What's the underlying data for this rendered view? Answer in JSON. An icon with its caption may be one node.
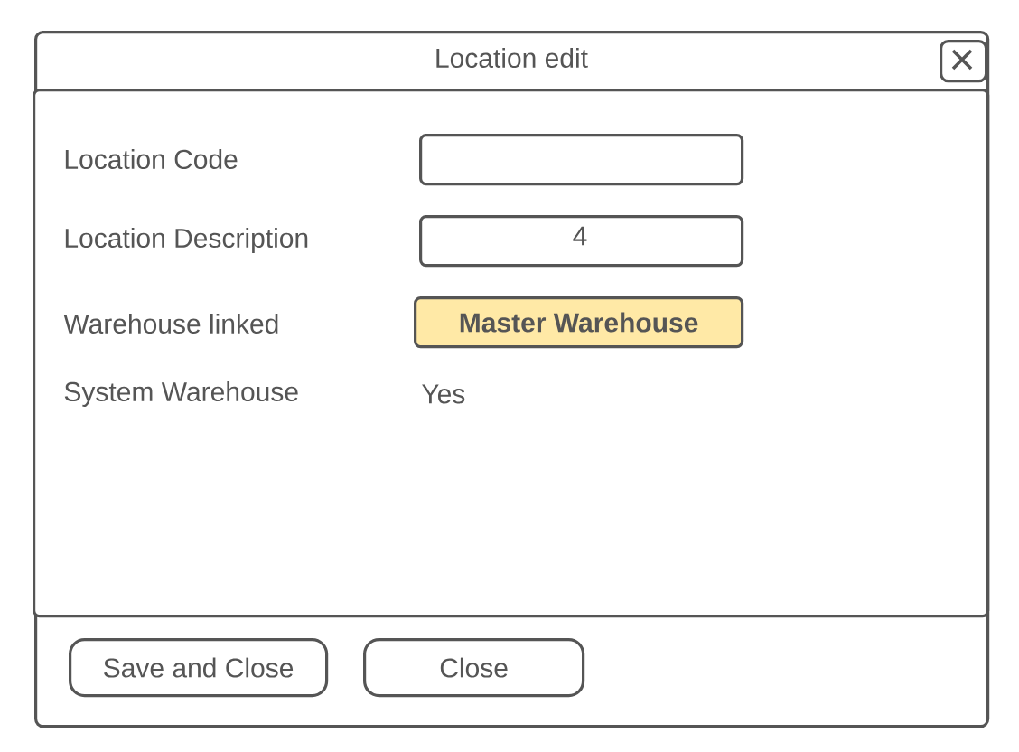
{
  "diagram": {
    "title": "Location edit",
    "nodes": [
      {
        "text": [],
        "shape": "box"
      },
      {
        "text": [],
        "shape": "box",
        "in": 0
      },
      {
        "text": [],
        "shape": "box",
        "in": 0
      },
      {
        "text": [],
        "shape": "box",
        "in": 2
      },
      {
        "text": [
          "4"
        ],
        "in": 2
      },
      {
        "text": [
          "Master Warehouse"
        ],
        "in": 2
      },
      {
        "text": [
          "Save and Close"
        ],
        "in": 0
      },
      {
        "text": [
          "Close"
        ],
        "in": 0
      }
    ],
    "edges": [],
    "labels": [
      "Location Code",
      "Location Description",
      "Warehouse linked",
      "System Warehouse",
      "Yes"
    ]
  }
}
